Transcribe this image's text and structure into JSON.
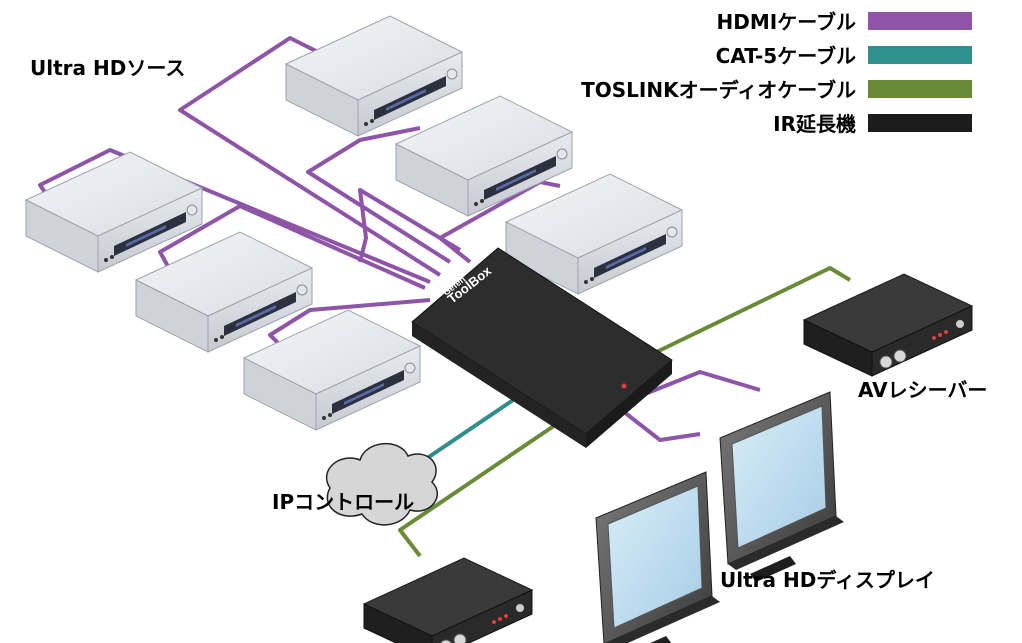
{
  "legend": [
    {
      "label": "HDMIケーブル",
      "color": "#8e54a8"
    },
    {
      "label": "CAT-5ケーブル",
      "color": "#2f8f8a"
    },
    {
      "label": "TOSLINKオーディオケーブル",
      "color": "#6a8a38"
    },
    {
      "label": "IR延長機",
      "color": "#1b1b1b"
    }
  ],
  "labels": {
    "sources": "Ultra HDソース",
    "ip_control": "IPコントロール",
    "av_receiver": "AVレシーバー",
    "displays": "Ultra HDディスプレイ"
  },
  "hub": {
    "brand": "Gefen",
    "name": "ToolBox"
  },
  "colors": {
    "hdmi": "#8e54a8",
    "cat5": "#2f8f8a",
    "toslink": "#6a8a38",
    "ir": "#1b1b1b"
  }
}
